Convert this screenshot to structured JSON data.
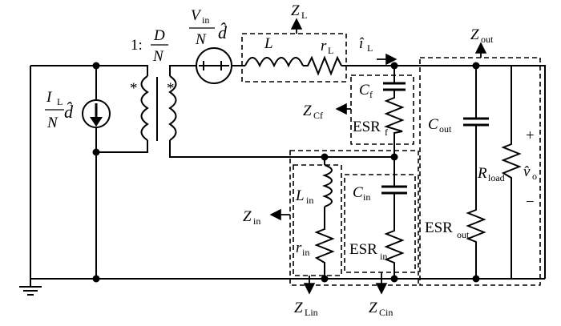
{
  "transformer": {
    "ratio_prefix": "1:",
    "ratio_num": "D",
    "ratio_den": "N",
    "dot_mark": "*"
  },
  "source_current": {
    "num": "I",
    "num_sub": "L",
    "den": "N",
    "var": "d̂"
  },
  "source_voltage": {
    "num": "V",
    "num_sub": "in",
    "den": "N",
    "var": "d̂"
  },
  "inductor_L": {
    "label": "L"
  },
  "resistor_rL": {
    "label": "r",
    "sub": "L"
  },
  "current_iL": {
    "label": "î",
    "sub": "L"
  },
  "cap_Cf": {
    "label": "C",
    "sub": "f"
  },
  "esr_f": {
    "label": "ESR",
    "sub": "f"
  },
  "cap_Cout": {
    "label": "C",
    "sub": "out"
  },
  "res_Rload": {
    "label": "R",
    "sub": "load"
  },
  "esr_out": {
    "label": "ESR",
    "sub": "out"
  },
  "vout": {
    "label": "v̂",
    "sub": "o",
    "plus": "+",
    "minus": "−"
  },
  "ind_Lin": {
    "label": "L",
    "sub": "in"
  },
  "res_rin": {
    "label": "r",
    "sub": "in"
  },
  "cap_Cin": {
    "label": "C",
    "sub": "in"
  },
  "esr_in": {
    "label": "ESR",
    "sub": "in"
  },
  "impedances": {
    "ZL": {
      "label": "Z",
      "sub": "L"
    },
    "Zout": {
      "label": "Z",
      "sub": "out"
    },
    "ZCf": {
      "label": "Z",
      "sub": "Cf"
    },
    "Zin": {
      "label": "Z",
      "sub": "in"
    },
    "ZLin": {
      "label": "Z",
      "sub": "Lin"
    },
    "ZCin": {
      "label": "Z",
      "sub": "Cin"
    }
  }
}
